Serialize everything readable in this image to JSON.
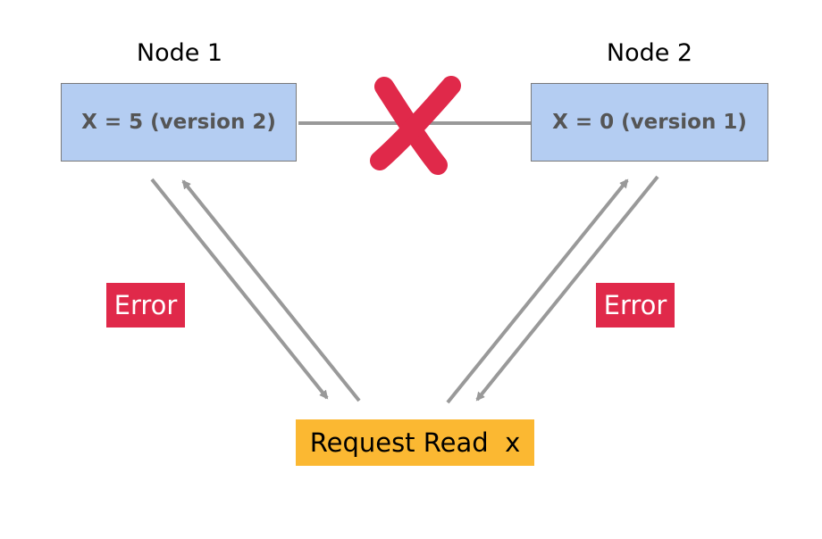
{
  "nodes": [
    {
      "title": "Node 1",
      "value": "X = 5 (version 2)"
    },
    {
      "title": "Node 2",
      "value": "X = 0 (version 1)"
    }
  ],
  "errors": {
    "left": "Error",
    "right": "Error"
  },
  "request": {
    "label": "Request Read  x"
  },
  "colors": {
    "node_fill": "#b4cdf2",
    "error_fill": "#e0294a",
    "request_fill": "#fbb832",
    "arrow": "#999999",
    "cross": "#e0294a"
  },
  "icons": {
    "partition": "cross-mark-icon"
  }
}
